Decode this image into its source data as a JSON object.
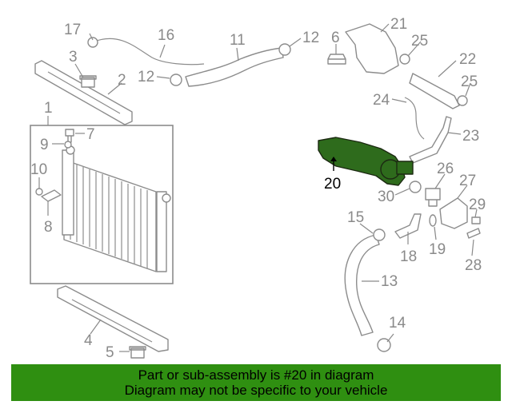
{
  "callouts": {
    "c1": "1",
    "c2": "2",
    "c3": "3",
    "c4": "4",
    "c5": "5",
    "c6": "6",
    "c7": "7",
    "c8": "8",
    "c9": "9",
    "c10": "10",
    "c11": "11",
    "c12a": "12",
    "c12b": "12",
    "c13": "13",
    "c14": "14",
    "c15": "15",
    "c16": "16",
    "c17": "17",
    "c18": "18",
    "c19": "19",
    "c20": "20",
    "c21": "21",
    "c22": "22",
    "c23": "23",
    "c24": "24",
    "c25a": "25",
    "c25b": "25",
    "c26": "26",
    "c27": "27",
    "c28": "28",
    "c29": "29",
    "c30": "30"
  },
  "highlighted_part": "20",
  "colors": {
    "highlight_fill": "#2e6b1c",
    "banner_bg": "#2f8f11",
    "callout_gray": "#8a8a8a"
  },
  "banner": {
    "line1": "Part or sub-assembly is #20 in diagram",
    "line2": "Diagram may not be specific to your vehicle"
  }
}
